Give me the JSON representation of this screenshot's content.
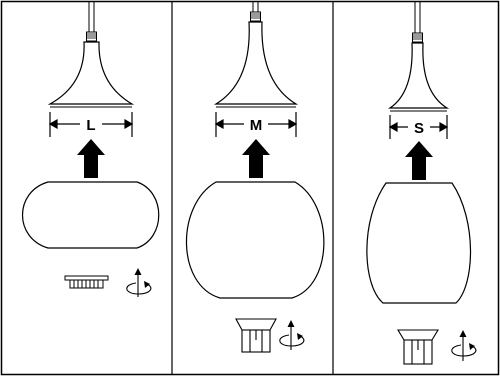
{
  "panels": [
    {
      "size_label": "L"
    },
    {
      "size_label": "M"
    },
    {
      "size_label": "S"
    }
  ],
  "icons": {
    "up_arrow": "up-arrow-icon",
    "rotate": "rotate-icon"
  },
  "colors": {
    "line": "#000000",
    "background": "#ffffff"
  }
}
